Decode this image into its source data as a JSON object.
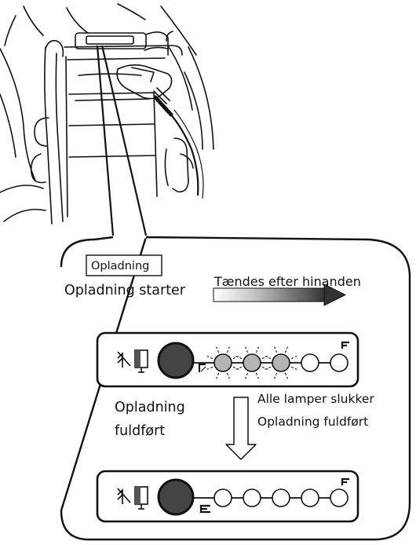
{
  "colors": {
    "line": "#111111",
    "lamp_lit": "#b4b4b4",
    "lamp_off": "#ffffff",
    "main_button": "#444444",
    "arrow_dark": "#333333",
    "arrow_light": "#ffffff"
  },
  "icons": {
    "charger_illustration": "battery-charger-with-cable",
    "callout": "rounded-callout-panel",
    "battery_indicator": "battery-plug-icon",
    "fuel_full": "fuel-full-f-icon",
    "fuel_empty": "fuel-empty-e-icon"
  },
  "labels": {
    "charging_tag": "Opladning",
    "lights_in_sequence": "Tændes efter hinanden",
    "charging_starts": "Opladning starter",
    "all_lamps_off": "Alle lamper slukker",
    "charging_complete_right": "Opladning fuldført",
    "charging_complete_left_line1": "Opladning",
    "charging_complete_left_line2": "fuldført"
  },
  "panel_top": {
    "lamps": [
      {
        "index": 1,
        "state": "lit",
        "blinking": true
      },
      {
        "index": 2,
        "state": "lit",
        "blinking": true
      },
      {
        "index": 3,
        "state": "lit",
        "blinking": true
      },
      {
        "index": 4,
        "state": "off",
        "blinking": false
      },
      {
        "index": 5,
        "state": "off",
        "blinking": false
      }
    ]
  },
  "panel_bottom": {
    "lamps": [
      {
        "index": 1,
        "state": "off",
        "blinking": false
      },
      {
        "index": 2,
        "state": "off",
        "blinking": false
      },
      {
        "index": 3,
        "state": "off",
        "blinking": false
      },
      {
        "index": 4,
        "state": "off",
        "blinking": false
      },
      {
        "index": 5,
        "state": "off",
        "blinking": false
      }
    ]
  }
}
